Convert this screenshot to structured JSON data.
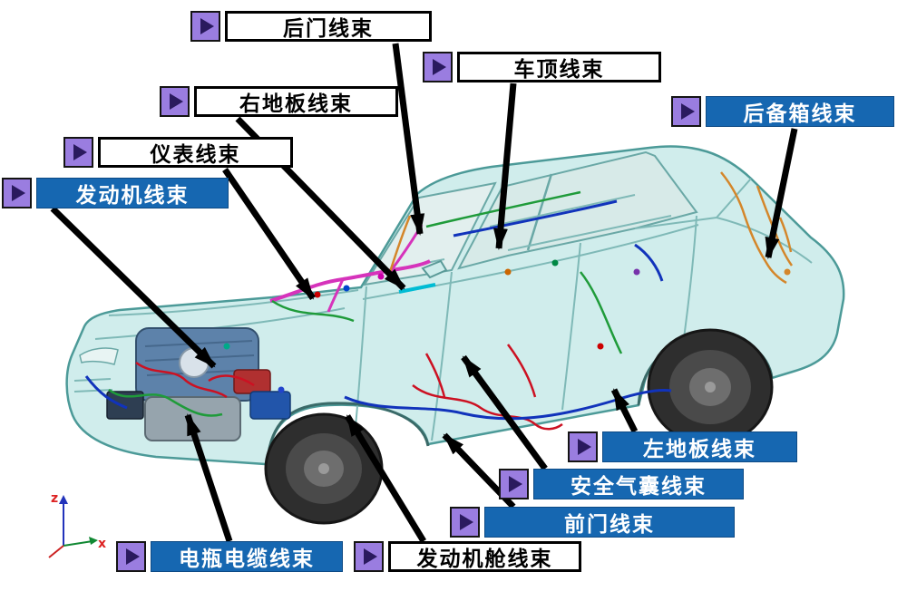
{
  "labels": [
    {
      "id": "rear-door",
      "text": "后门线束",
      "variant": "white"
    },
    {
      "id": "roof",
      "text": "车顶线束",
      "variant": "white"
    },
    {
      "id": "trunk",
      "text": "后备箱线束",
      "variant": "blue"
    },
    {
      "id": "right-floor",
      "text": "右地板线束",
      "variant": "white"
    },
    {
      "id": "instrument",
      "text": "仪表线束",
      "variant": "white"
    },
    {
      "id": "engine",
      "text": "发动机线束",
      "variant": "blue"
    },
    {
      "id": "left-floor",
      "text": "左地板线束",
      "variant": "blue"
    },
    {
      "id": "airbag",
      "text": "安全气囊线束",
      "variant": "blue"
    },
    {
      "id": "front-door",
      "text": "前门线束",
      "variant": "blue"
    },
    {
      "id": "battery-cable",
      "text": "电瓶电缆线束",
      "variant": "blue"
    },
    {
      "id": "engine-bay",
      "text": "发动机舱线束",
      "variant": "white"
    }
  ],
  "icons": {
    "pointer": "▶"
  },
  "axis": {
    "z": "z",
    "x": "x"
  },
  "colors": {
    "label_blue": "#1667b1",
    "icon_purple": "#9a7de0",
    "arrow_black": "#000000",
    "car_body": "#cdeceb"
  }
}
